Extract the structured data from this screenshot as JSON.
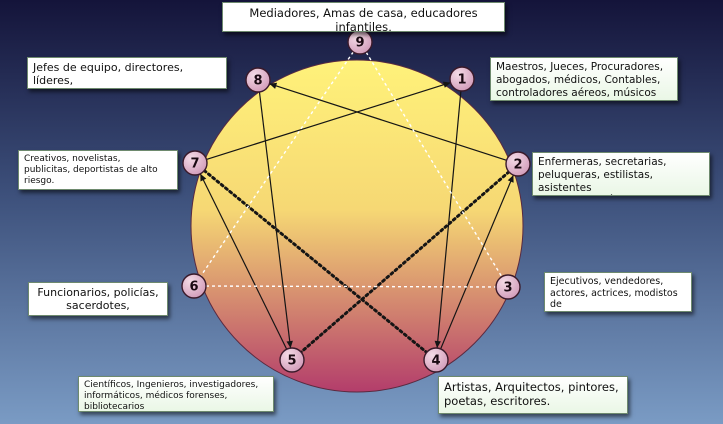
{
  "diagram": {
    "colors": {
      "circle_top": "#fff27a",
      "circle_bottom": "#b33d6b",
      "node_fill": "#cf97b6",
      "line_solid": "#151515",
      "line_dotted_dark": "#151515",
      "line_dotted_light": "#ffffff"
    },
    "nodes": [
      {
        "id": "9",
        "label": "9"
      },
      {
        "id": "1",
        "label": "1"
      },
      {
        "id": "2",
        "label": "2"
      },
      {
        "id": "3",
        "label": "3"
      },
      {
        "id": "4",
        "label": "4"
      },
      {
        "id": "5",
        "label": "5"
      },
      {
        "id": "6",
        "label": "6"
      },
      {
        "id": "7",
        "label": "7"
      },
      {
        "id": "8",
        "label": "8"
      }
    ],
    "connections": [
      {
        "from": "1",
        "to": "4",
        "style": "solid"
      },
      {
        "from": "4",
        "to": "2",
        "style": "solid"
      },
      {
        "from": "2",
        "to": "8",
        "style": "solid"
      },
      {
        "from": "8",
        "to": "5",
        "style": "solid"
      },
      {
        "from": "5",
        "to": "7",
        "style": "solid"
      },
      {
        "from": "7",
        "to": "1",
        "style": "solid"
      },
      {
        "from": "2",
        "to": "5",
        "style": "dotted-dark"
      },
      {
        "from": "7",
        "to": "4",
        "style": "dotted-dark"
      },
      {
        "from": "9",
        "to": "6",
        "style": "dotted-light"
      },
      {
        "from": "9",
        "to": "3",
        "style": "dotted-light"
      },
      {
        "from": "6",
        "to": "3",
        "style": "dotted-light"
      }
    ],
    "labels": {
      "9": "Mediadores, Amas de casa, educadores infantiles,\nCocineros, Jueces de Paz",
      "1": "Maestros, Jueces, Procuradores,\nabogados, médicos, Contables,\ncontroladores aéreos, músicos",
      "2": "Enfermeras, secretarias,\npeluqueras, estilistas, asistentes\nsociales,  psicólogos,",
      "3": "Ejecutivos, vendedores,\nactores, actrices, modistos de\nalta costura, modelos.",
      "4": "Artistas, Arquitectos, pintores,\npoetas, escritores.",
      "5": "Científicos, Ingenieros, investigadores,\ninformáticos, médicos forenses,\nbibliotecarios",
      "6": "Funcionarios, policías,\nsacerdotes, psiquiatras.",
      "7": "Creativos, novelistas,\npublicitas, deportistas de alto\nriesgo.",
      "8": "Jefes de equipo, directores, líderes,\ncargos o mandos militares."
    }
  }
}
